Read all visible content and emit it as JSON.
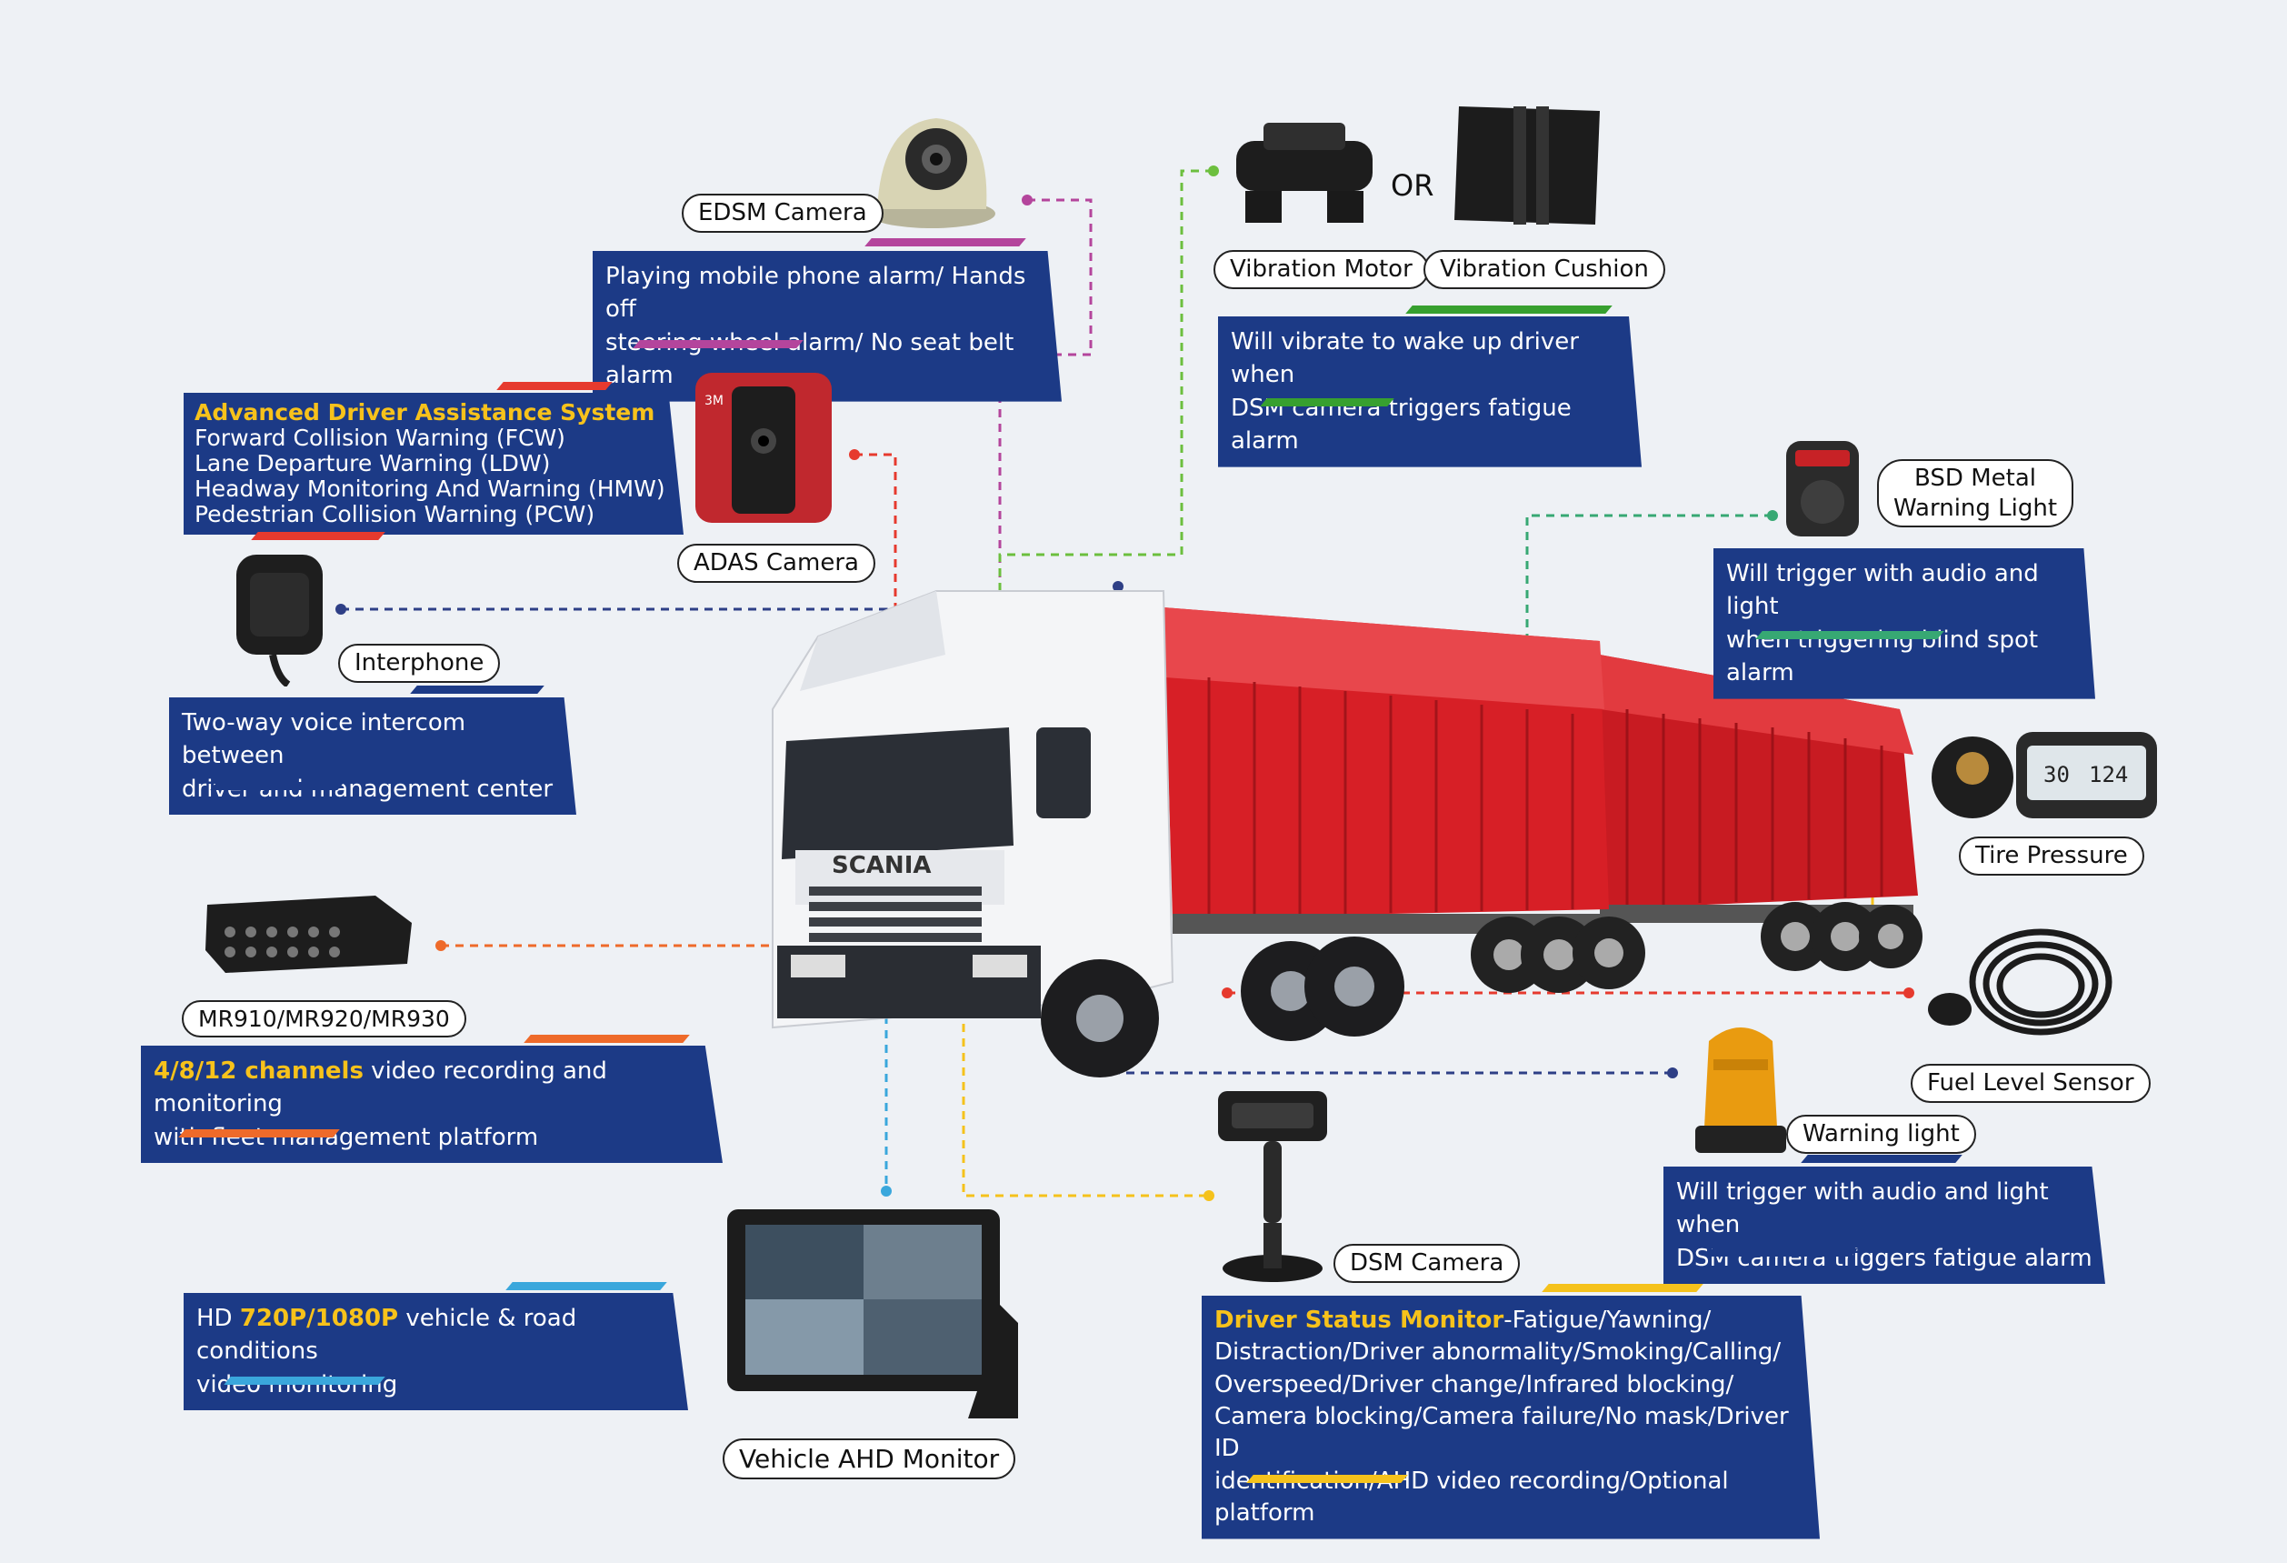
{
  "colors": {
    "box_bg": "#1c3a86",
    "highlight": "#f7c21b",
    "truck_red": "#d71f26",
    "truck_white": "#f4f5f7",
    "line_magenta": "#b4459c",
    "line_red": "#e63a2e",
    "line_green": "#6cbf3e",
    "line_teal": "#37a873",
    "line_navy": "#2e3f86",
    "line_orange": "#ee6a2a",
    "line_cyan": "#3aa7dc",
    "line_yellow": "#f5c21c"
  },
  "truck": {
    "brand": "SCANIA"
  },
  "edsm": {
    "label": "EDSM Camera",
    "line1": "Playing mobile phone alarm/ Hands off",
    "line2": "steering wheel alarm/ No seat belt alarm"
  },
  "vibration": {
    "motor_label": "Vibration Motor",
    "or_text": "OR",
    "cushion_label": "Vibration Cushion",
    "line1": "Will vibrate to wake up driver when",
    "line2": "DSM camera triggers fatigue alarm"
  },
  "adas": {
    "label": "ADAS Camera",
    "camera_sticker": "3M",
    "title": "Advanced Driver Assistance System",
    "items": [
      "Forward Collision Warning (FCW)",
      "Lane Departure Warning (LDW)",
      "Headway Monitoring And Warning (HMW)",
      "Pedestrian Collision Warning (PCW)"
    ]
  },
  "interphone": {
    "label": "Interphone",
    "line1": "Two-way voice intercom between",
    "line2": "driver and management center"
  },
  "bsd": {
    "label_line1": "BSD Metal",
    "label_line2": "Warning Light",
    "line1": "Will trigger with audio and light",
    "line2": "when triggering blind spot alarm"
  },
  "tire": {
    "label": "Tire Pressure",
    "lcd_left": "30",
    "lcd_right": "124"
  },
  "mdvr": {
    "label": "MR910/MR920/MR930",
    "highlight": "4/8/12 channels",
    "line1_rest": " video recording and monitoring",
    "line2": "with fleet management platform"
  },
  "fuel": {
    "label": "Fuel Level Sensor"
  },
  "warning_light": {
    "label": "Warning light",
    "line1": "Will trigger with audio and light when",
    "line2": "DSM camera triggers fatigue alarm"
  },
  "dsm": {
    "label": "DSM Camera",
    "highlight": "Driver Status Monitor",
    "line1_rest": "-Fatigue/Yawning/",
    "line2": "Distraction/Driver abnormality/Smoking/Calling/",
    "line3": "Overspeed/Driver change/Infrared blocking/",
    "line4": "Camera blocking/Camera failure/No mask/Driver ID",
    "line5": "identification/AHD video recording/Optional platform"
  },
  "monitor": {
    "label": "Vehicle AHD Monitor",
    "prefix": "HD ",
    "highlight": "720P/1080P",
    "line1_rest": " vehicle & road conditions",
    "line2": "video monitoring"
  }
}
